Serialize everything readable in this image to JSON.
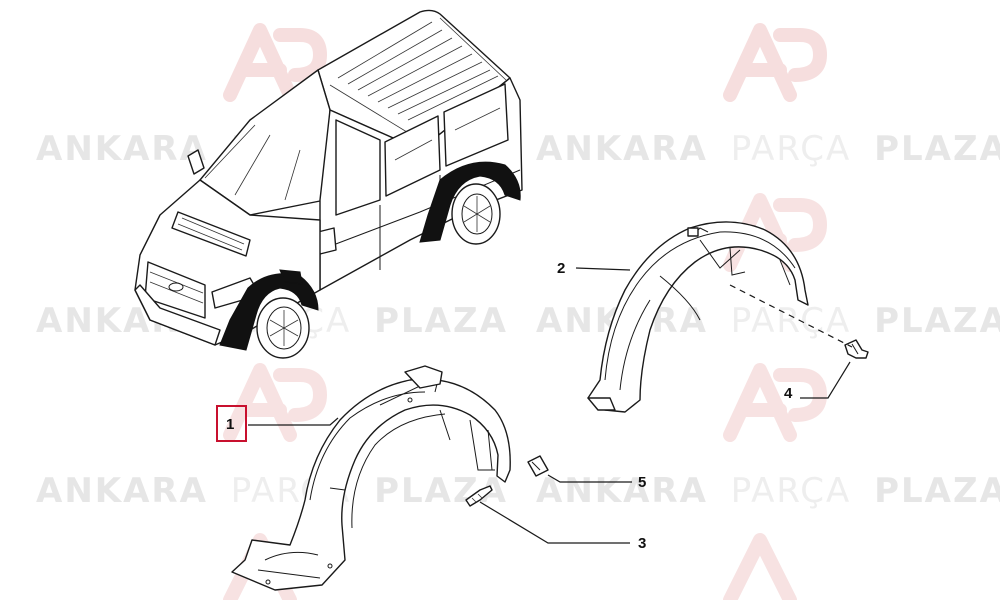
{
  "watermark": {
    "brand_bold_1": "ANKARA",
    "brand_light": "PARÇA",
    "brand_bold_2": "PLAZA",
    "logo_icon": "ap-monogram-icon",
    "logo_color": "#f4d6d6",
    "logo_accent": "#f2c4c4"
  },
  "callouts": [
    {
      "id": "1",
      "label": "1",
      "highlighted": true
    },
    {
      "id": "2",
      "label": "2",
      "highlighted": false
    },
    {
      "id": "3",
      "label": "3",
      "highlighted": false
    },
    {
      "id": "4",
      "label": "4",
      "highlighted": false
    },
    {
      "id": "5",
      "label": "5",
      "highlighted": false
    }
  ],
  "colors": {
    "highlight_box": "#c8102e",
    "line_art": "#1a1a1a",
    "wheel_liner_fill": "#111111"
  }
}
